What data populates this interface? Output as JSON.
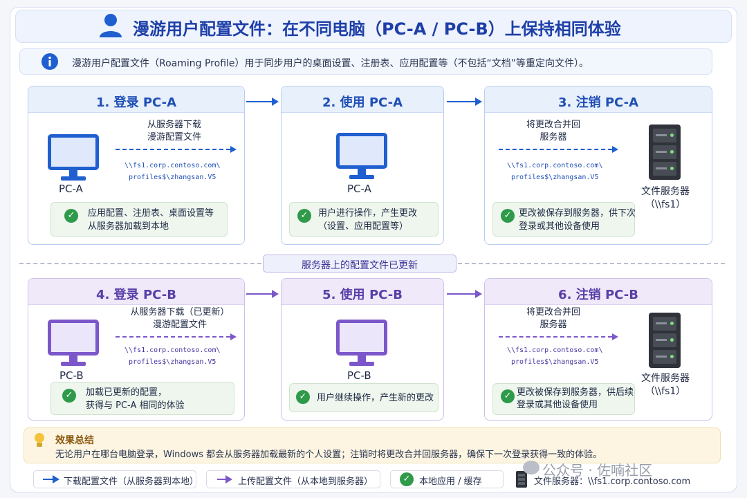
{
  "title": "漫游用户配置文件：在不同电脑（PC-A / PC-B）上保持相同体验",
  "info": "漫游用户配置文件（Roaming Profile）用于同步用户的桌面设置、注册表、应用配置等（不包括“文档”等重定向文件）。",
  "colors": {
    "download": "#1f5fcf",
    "upload": "#7b57c9",
    "check": "#2e9a4a"
  },
  "steps": [
    {
      "title": "1. 登录 PC-A",
      "pc": "PC-A",
      "action": [
        "从服务器下载",
        "漫游配置文件"
      ],
      "path": [
        "\\\\fs1.corp.contoso.com\\",
        "profiles$\\zhangsan.V5"
      ],
      "note": [
        "应用配置、注册表、桌面设置等",
        "从服务器加载到本地"
      ]
    },
    {
      "title": "2. 使用 PC-A",
      "pc": "PC-A",
      "note": [
        "用户进行操作，产生更改",
        "（设置、应用配置等）"
      ]
    },
    {
      "title": "3. 注销 PC-A",
      "action": [
        "将更改合并回",
        "服务器"
      ],
      "path": [
        "\\\\fs1.corp.contoso.com\\",
        "profiles$\\zhangsan.V5"
      ],
      "server": [
        "文件服务器",
        "（\\\\fs1）"
      ],
      "note": [
        "更改被保存到服务器，供下次",
        "登录或其他设备使用"
      ]
    },
    {
      "title": "4. 登录 PC-B",
      "pc": "PC-B",
      "action": [
        "从服务器下载（已更新）",
        "漫游配置文件"
      ],
      "path": [
        "\\\\fs1.corp.contoso.com\\",
        "profiles$\\zhangsan.V5"
      ],
      "note": [
        "加载已更新的配置，",
        "获得与 PC-A 相同的体验"
      ]
    },
    {
      "title": "5. 使用 PC-B",
      "pc": "PC-B",
      "note": [
        "用户继续操作，产生新的更改"
      ]
    },
    {
      "title": "6. 注销 PC-B",
      "action": [
        "将更改合并回",
        "服务器"
      ],
      "path": [
        "\\\\fs1.corp.contoso.com\\",
        "profiles$\\zhangsan.V5"
      ],
      "server": [
        "文件服务器",
        "（\\\\fs1）"
      ],
      "note": [
        "更改被保存到服务器，供后续",
        "登录或其他设备使用"
      ]
    }
  ],
  "separator": "服务器上的配置文件已更新",
  "summary": {
    "title": "效果总结",
    "text": "无论用户在哪台电脑登录，Windows 都会从服务器加载最新的个人设置；注销时将更改合并回服务器，确保下一次登录获得一致的体验。"
  },
  "legend": {
    "download": "下载配置文件（从服务器到本地）",
    "upload": "上传配置文件（从本地到服务器）",
    "local": "本地应用 / 缓存",
    "server": "文件服务器：\\\\fs1.corp.contoso.com"
  },
  "watermark": "公众号 · 佐喃社区"
}
